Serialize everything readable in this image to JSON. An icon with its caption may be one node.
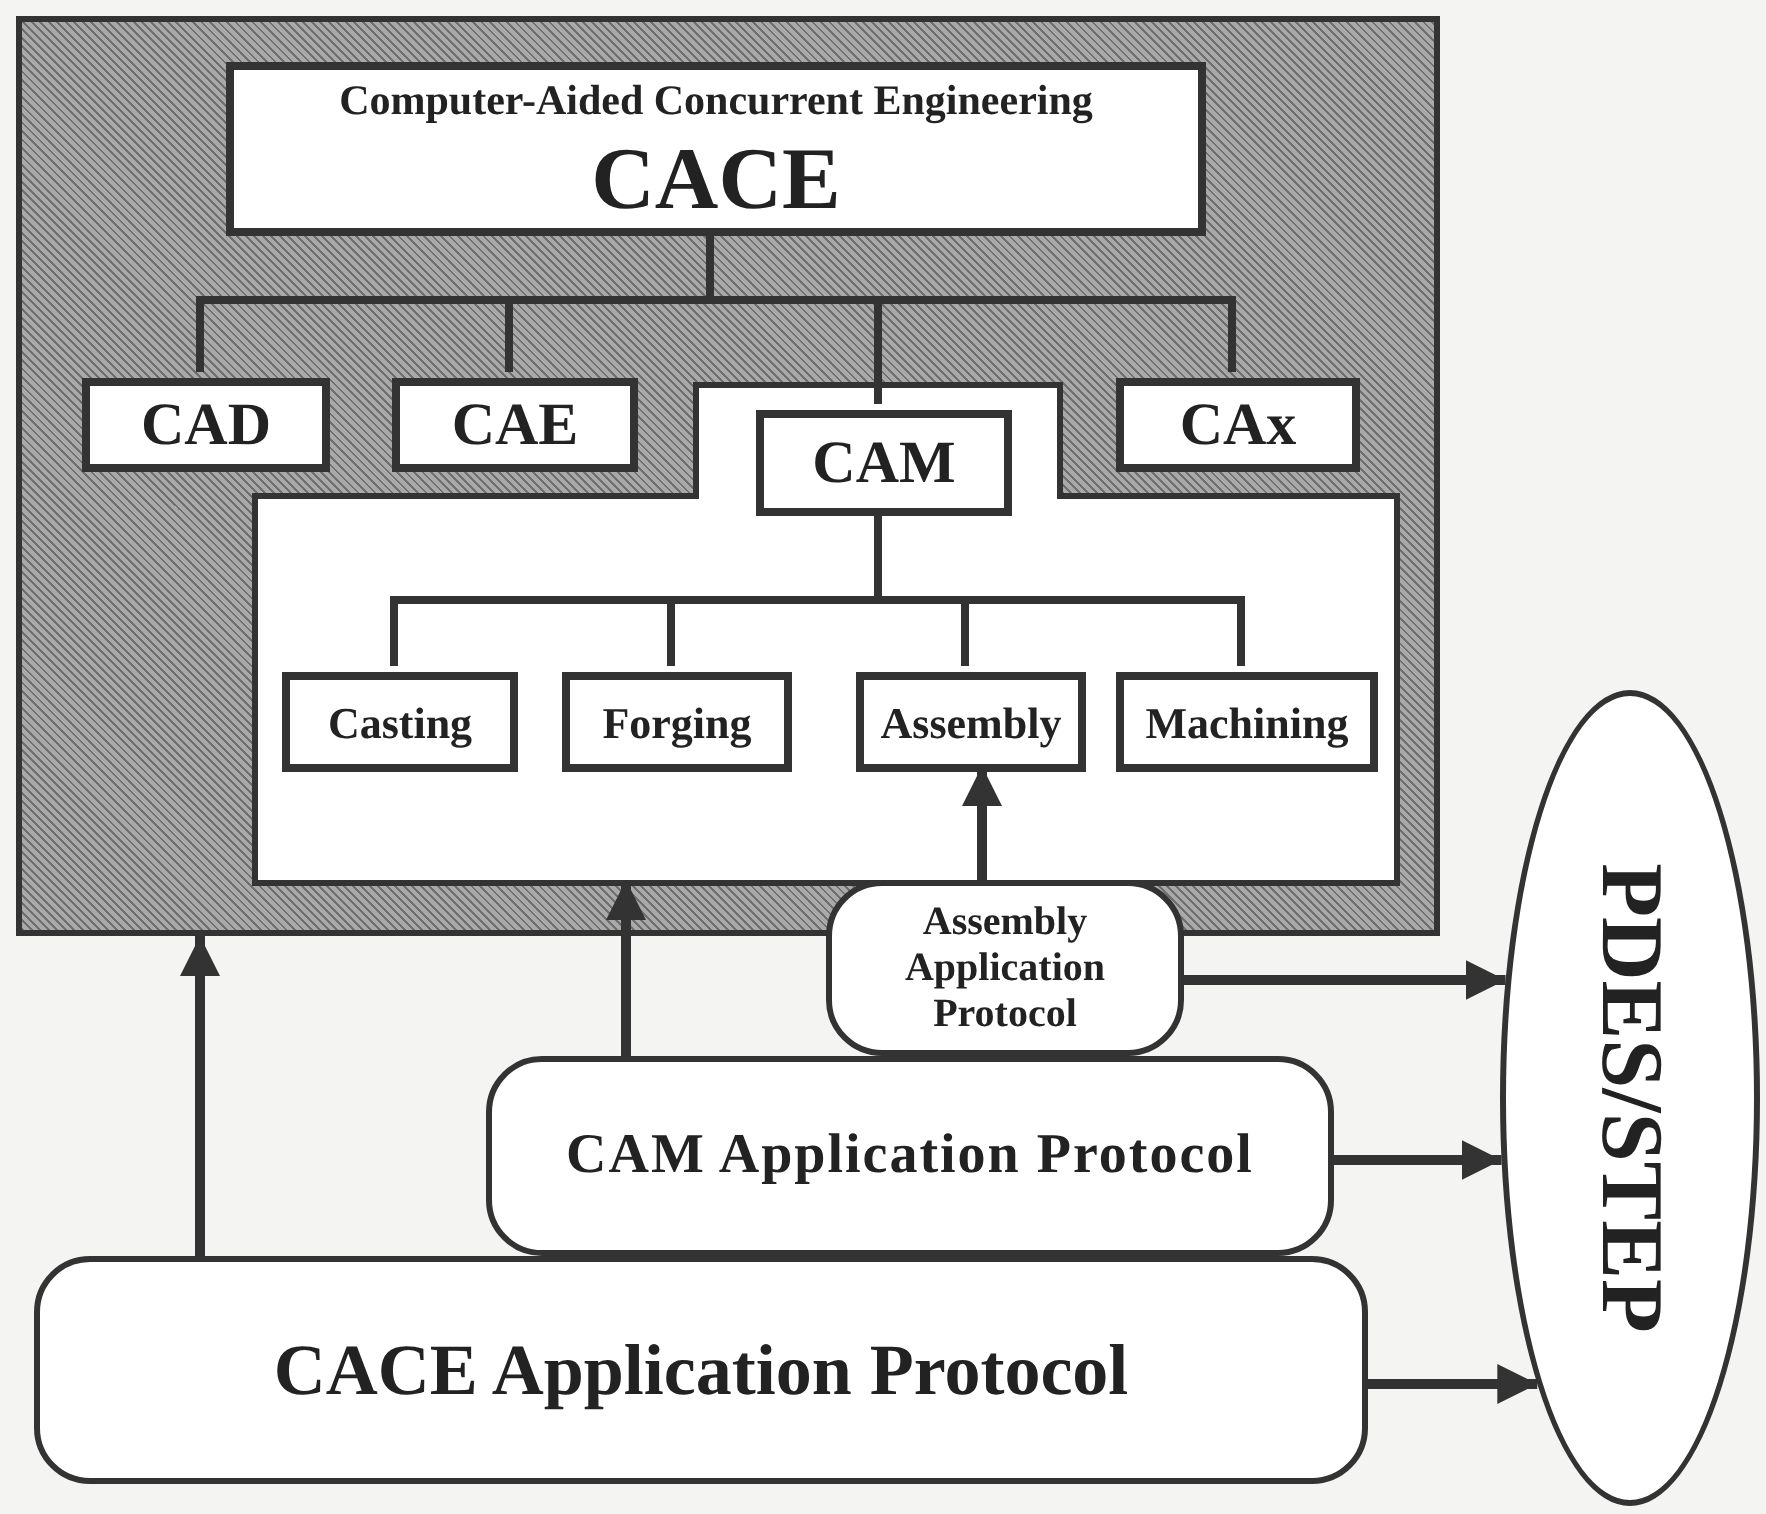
{
  "diagram": {
    "nodes": [
      {
        "text": [],
        "shape": "box"
      },
      {
        "text": [
          "Computer-Aided Concurrent Engineering",
          "CACE"
        ],
        "in": 0
      },
      {
        "text": [
          "CAD"
        ],
        "in": 0
      },
      {
        "text": [
          "CAE"
        ],
        "in": 0
      },
      {
        "text": [],
        "shape": "box",
        "in": 0
      },
      {
        "text": [
          "CAM"
        ],
        "in": 4
      },
      {
        "text": [
          "CAx"
        ],
        "in": 0
      },
      {
        "text": [
          "Casting"
        ],
        "in": 4
      },
      {
        "text": [
          "Forging"
        ],
        "in": 4
      },
      {
        "text": [
          "Assembly"
        ],
        "in": 4
      },
      {
        "text": [
          "Machining"
        ],
        "in": 4
      },
      {
        "text": [
          "Assembly Application Protocol"
        ]
      },
      {
        "text": [
          "CAM Application Protocol"
        ]
      },
      {
        "text": [
          "CACE Application Protocol"
        ]
      },
      {
        "text": [
          "PDES/STEP"
        ]
      }
    ],
    "edges": [
      {
        "from": 1,
        "to": 2,
        "arrow": "none"
      },
      {
        "from": 1,
        "to": 3,
        "arrow": "none"
      },
      {
        "from": 1,
        "to": 5,
        "arrow": "none"
      },
      {
        "from": 1,
        "to": 6,
        "arrow": "none"
      },
      {
        "from": 5,
        "to": 7,
        "arrow": "none"
      },
      {
        "from": 5,
        "to": 8,
        "arrow": "none"
      },
      {
        "from": 5,
        "to": 9,
        "arrow": "none"
      },
      {
        "from": 5,
        "to": 10,
        "arrow": "none"
      },
      {
        "from": 13,
        "to": 0,
        "arrow": "to"
      },
      {
        "from": 12,
        "to": 4,
        "arrow": "to"
      },
      {
        "from": 11,
        "to": 9,
        "arrow": "to"
      },
      {
        "from": 11,
        "to": 14,
        "arrow": "to"
      },
      {
        "from": 12,
        "to": 14,
        "arrow": "to"
      },
      {
        "from": 13,
        "to": 14,
        "arrow": "to"
      }
    ]
  }
}
